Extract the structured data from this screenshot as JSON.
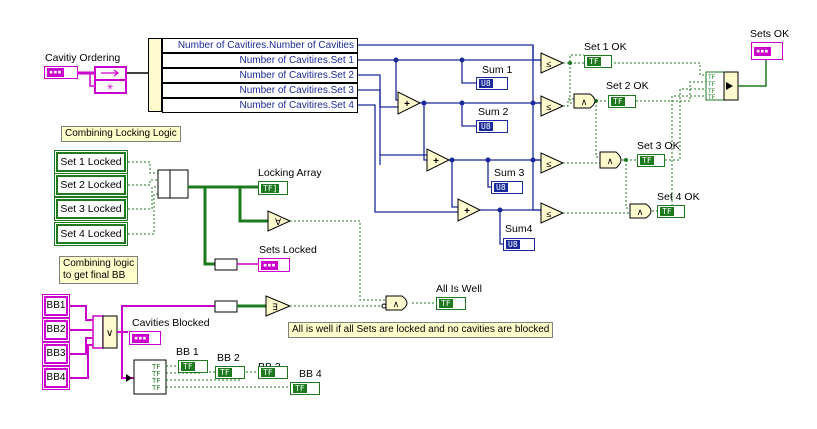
{
  "controls": {
    "cavity_ordering": "Cavitiy Ordering",
    "set_locked": [
      "Set 1 Locked",
      "Set 2 Locked",
      "Set 3 Locked",
      "Set 4 Locked"
    ],
    "bb": [
      "BB1",
      "BB2",
      "BB3",
      "BB4"
    ]
  },
  "unbundle": {
    "rows": [
      "Number of Cavitires.Number of Cavities",
      "Number of Cavitires.Set 1",
      "Number of Cavitires.Set 2",
      "Number of Cavitires.Set 3",
      "Number of Cavitires.Set 4"
    ]
  },
  "indicators": {
    "sums": [
      "Sum 1",
      "Sum 2",
      "Sum 3",
      "Sum4"
    ],
    "set_ok": [
      "Set 1 OK",
      "Set 2 OK",
      "Set 3 OK",
      "Set 4 OK"
    ],
    "sets_ok": "Sets OK",
    "locking_array": "Locking Array",
    "sets_locked": "Sets Locked",
    "all_is_well": "All Is Well",
    "cavities_blocked": "Cavities Blocked",
    "bbs": [
      "BB 1",
      "BB 2",
      "BB 3",
      "BB 4"
    ]
  },
  "tags": {
    "u8": "U8",
    "tf": "TF",
    "array_tf": "TF]"
  },
  "comments": {
    "locking": "Combining Locking Logic",
    "final_bb_line1": "Combining logic",
    "final_bb_line2": "to get final BB",
    "all_well": "All is well if all Sets are locked and no cavities are blocked"
  },
  "colors": {
    "bool_wire": "#1e7a1e",
    "int_wire": "#1a2a9a",
    "cluster_wire": "#cc00cc",
    "comment_bg": "#ffffcc"
  }
}
